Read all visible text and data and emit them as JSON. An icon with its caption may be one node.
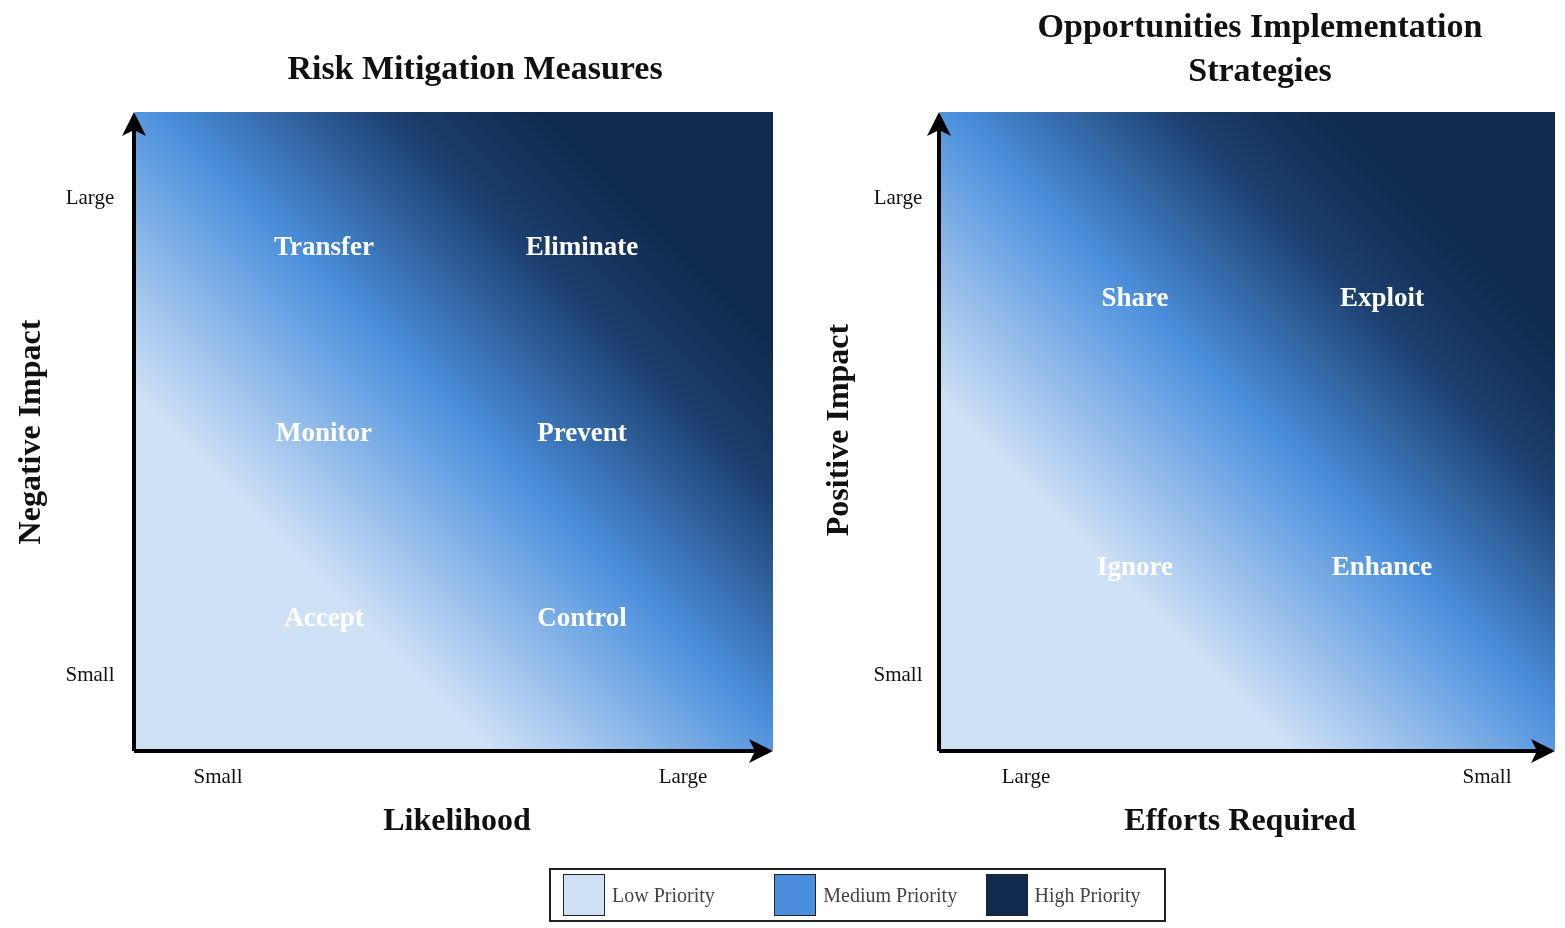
{
  "diagram": {
    "nodes": [
      {
        "text": [
          "Transfer",
          "Eliminate",
          "Monitor",
          "Prevent",
          "Accept",
          "Control"
        ]
      },
      {
        "text": [
          "Share",
          "Exploit",
          "Ignore",
          "Enhance"
        ]
      }
    ],
    "labels": [
      "Risk Mitigation Measures",
      "Opportunities Implementation Strategies",
      "Large",
      "Small",
      "Negative Impact",
      "Small",
      "Large",
      "Likelihood",
      "Large",
      "Small",
      "Positive Impact",
      "Large",
      "Small",
      "Efforts Required"
    ],
    "legend": [
      {
        "text": "Low Priority",
        "color": "#cfe1f5"
      },
      {
        "text": "Medium Priority",
        "color": "#4a8fdc"
      },
      {
        "text": "High Priority",
        "color": "#0f2a4d"
      }
    ]
  }
}
